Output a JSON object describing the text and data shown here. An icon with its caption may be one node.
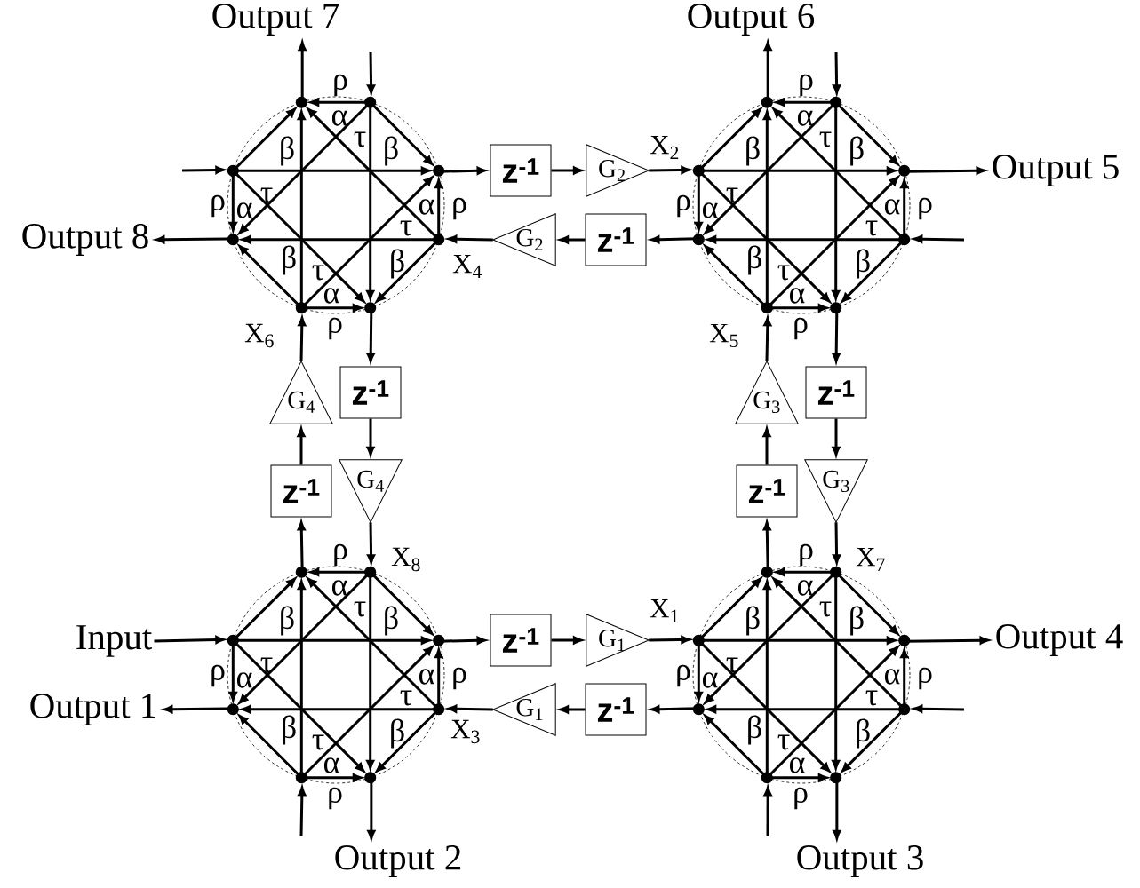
{
  "diagram": {
    "nodes": [
      {
        "text": [
          "Output 7"
        ]
      },
      {
        "text": [
          "Output 6"
        ]
      },
      {
        "text": [],
        "shape": "circle"
      },
      {
        "text": [
          "z$^{-1}$"
        ]
      },
      {
        "text": [
          "G$_{2}$"
        ]
      },
      {
        "text": [],
        "shape": "circle"
      },
      {
        "text": [
          "Output 5"
        ]
      },
      {
        "text": [
          "Output 8"
        ]
      },
      {
        "text": [
          "G$_{2}$"
        ]
      },
      {
        "text": [
          "z$^{-1}$"
        ]
      },
      {
        "text": [
          "z$^{-1}$"
        ]
      },
      {
        "text": [
          "G$_{4}$"
        ]
      },
      {
        "text": [
          "z$^{-1}$"
        ]
      },
      {
        "text": [
          "G$_{3}$"
        ]
      },
      {
        "text": [
          "z$^{-1}$"
        ]
      },
      {
        "text": [
          "G$_{4}$"
        ]
      },
      {
        "text": [
          "z$^{-1}$"
        ]
      },
      {
        "text": [
          "G$_{3}$"
        ]
      },
      {
        "text": [
          "Input"
        ]
      },
      {
        "text": [],
        "shape": "circle"
      },
      {
        "text": [
          "z$^{-1}$"
        ]
      },
      {
        "text": [
          "G$_{1}$"
        ]
      },
      {
        "text": [],
        "shape": "circle"
      },
      {
        "text": [
          "Output 4"
        ]
      },
      {
        "text": [
          "Output 1"
        ]
      },
      {
        "text": [
          "G$_{1}$"
        ]
      },
      {
        "text": [
          "z$^{-1}$"
        ]
      },
      {
        "text": [
          "Output 2"
        ]
      },
      {
        "text": [
          "Output 3"
        ]
      }
    ],
    "edges": [
      {
        "from": 2,
        "to": 0,
        "arrow": "to"
      },
      {
        "from": null,
        "to": 2,
        "arrow": "to"
      },
      {
        "from": 5,
        "to": 1,
        "arrow": "to"
      },
      {
        "from": null,
        "to": 5,
        "arrow": "to"
      },
      {
        "from": null,
        "to": 2,
        "arrow": "to"
      },
      {
        "from": 2,
        "to": 7,
        "arrow": "to"
      },
      {
        "from": 2,
        "to": 3,
        "arrow": "to"
      },
      {
        "from": 3,
        "to": 4,
        "arrow": "to"
      },
      {
        "from": 4,
        "to": 5,
        "arrow": "to",
        "label": "X$_{2}$"
      },
      {
        "from": 5,
        "to": 9,
        "arrow": "to"
      },
      {
        "from": 9,
        "to": 8,
        "arrow": "to"
      },
      {
        "from": 8,
        "to": 2,
        "arrow": "to",
        "label": "X$_{4}$"
      },
      {
        "from": 2,
        "to": 10,
        "arrow": "to"
      },
      {
        "from": 10,
        "to": 15,
        "arrow": "to"
      },
      {
        "from": 15,
        "to": 19,
        "arrow": "to",
        "label": "X$_{8}$"
      },
      {
        "from": 19,
        "to": 14,
        "arrow": "to"
      },
      {
        "from": 14,
        "to": 11,
        "arrow": "to"
      },
      {
        "from": 11,
        "to": 2,
        "arrow": "to",
        "label": "X$_{6}$"
      },
      {
        "from": 5,
        "to": 12,
        "arrow": "to"
      },
      {
        "from": 12,
        "to": 17,
        "arrow": "to"
      },
      {
        "from": 17,
        "to": 22,
        "arrow": "to",
        "label": "X$_{7}$"
      },
      {
        "from": 22,
        "to": 16,
        "arrow": "to"
      },
      {
        "from": 16,
        "to": 13,
        "arrow": "to"
      },
      {
        "from": 13,
        "to": 5,
        "arrow": "to",
        "label": "X$_{5}$"
      },
      {
        "from": 18,
        "to": 19,
        "arrow": "to"
      },
      {
        "from": 19,
        "to": 24,
        "arrow": "to"
      },
      {
        "from": 19,
        "to": 20,
        "arrow": "to"
      },
      {
        "from": 20,
        "to": 21,
        "arrow": "to"
      },
      {
        "from": 21,
        "to": 22,
        "arrow": "to",
        "label": "X$_{1}$"
      },
      {
        "from": 22,
        "to": 26,
        "arrow": "to"
      },
      {
        "from": 26,
        "to": 25,
        "arrow": "to"
      },
      {
        "from": 25,
        "to": 19,
        "arrow": "to",
        "label": "X$_{3}$"
      },
      {
        "from": 19,
        "to": 27,
        "arrow": "to"
      },
      {
        "from": null,
        "to": 19,
        "arrow": "to"
      },
      {
        "from": 22,
        "to": 23,
        "arrow": "to"
      },
      {
        "from": null,
        "to": 22,
        "arrow": "to"
      },
      {
        "from": null,
        "to": 22,
        "arrow": "to"
      },
      {
        "from": 22,
        "to": 28,
        "arrow": "to"
      },
      {
        "from": 5,
        "to": 6,
        "arrow": "to"
      },
      {
        "from": null,
        "to": 5,
        "arrow": "to"
      }
    ],
    "labels": [
      "ρ",
      "α",
      "τ",
      "β",
      "β",
      "τ",
      "ρ",
      "α",
      "α",
      "ρ",
      "τ",
      "β",
      "β",
      "τ",
      "α",
      "ρ",
      "ρ",
      "α",
      "τ",
      "β",
      "β",
      "τ",
      "ρ",
      "α",
      "α",
      "ρ",
      "τ",
      "β",
      "β",
      "τ",
      "α",
      "ρ",
      "ρ",
      "α",
      "τ",
      "β",
      "β",
      "τ",
      "ρ",
      "α",
      "α",
      "ρ",
      "τ",
      "β",
      "β",
      "τ",
      "α",
      "ρ",
      "ρ",
      "α",
      "τ",
      "β",
      "β",
      "τ",
      "ρ",
      "α",
      "α",
      "ρ",
      "τ",
      "β",
      "β",
      "τ",
      "α",
      "ρ"
    ]
  }
}
